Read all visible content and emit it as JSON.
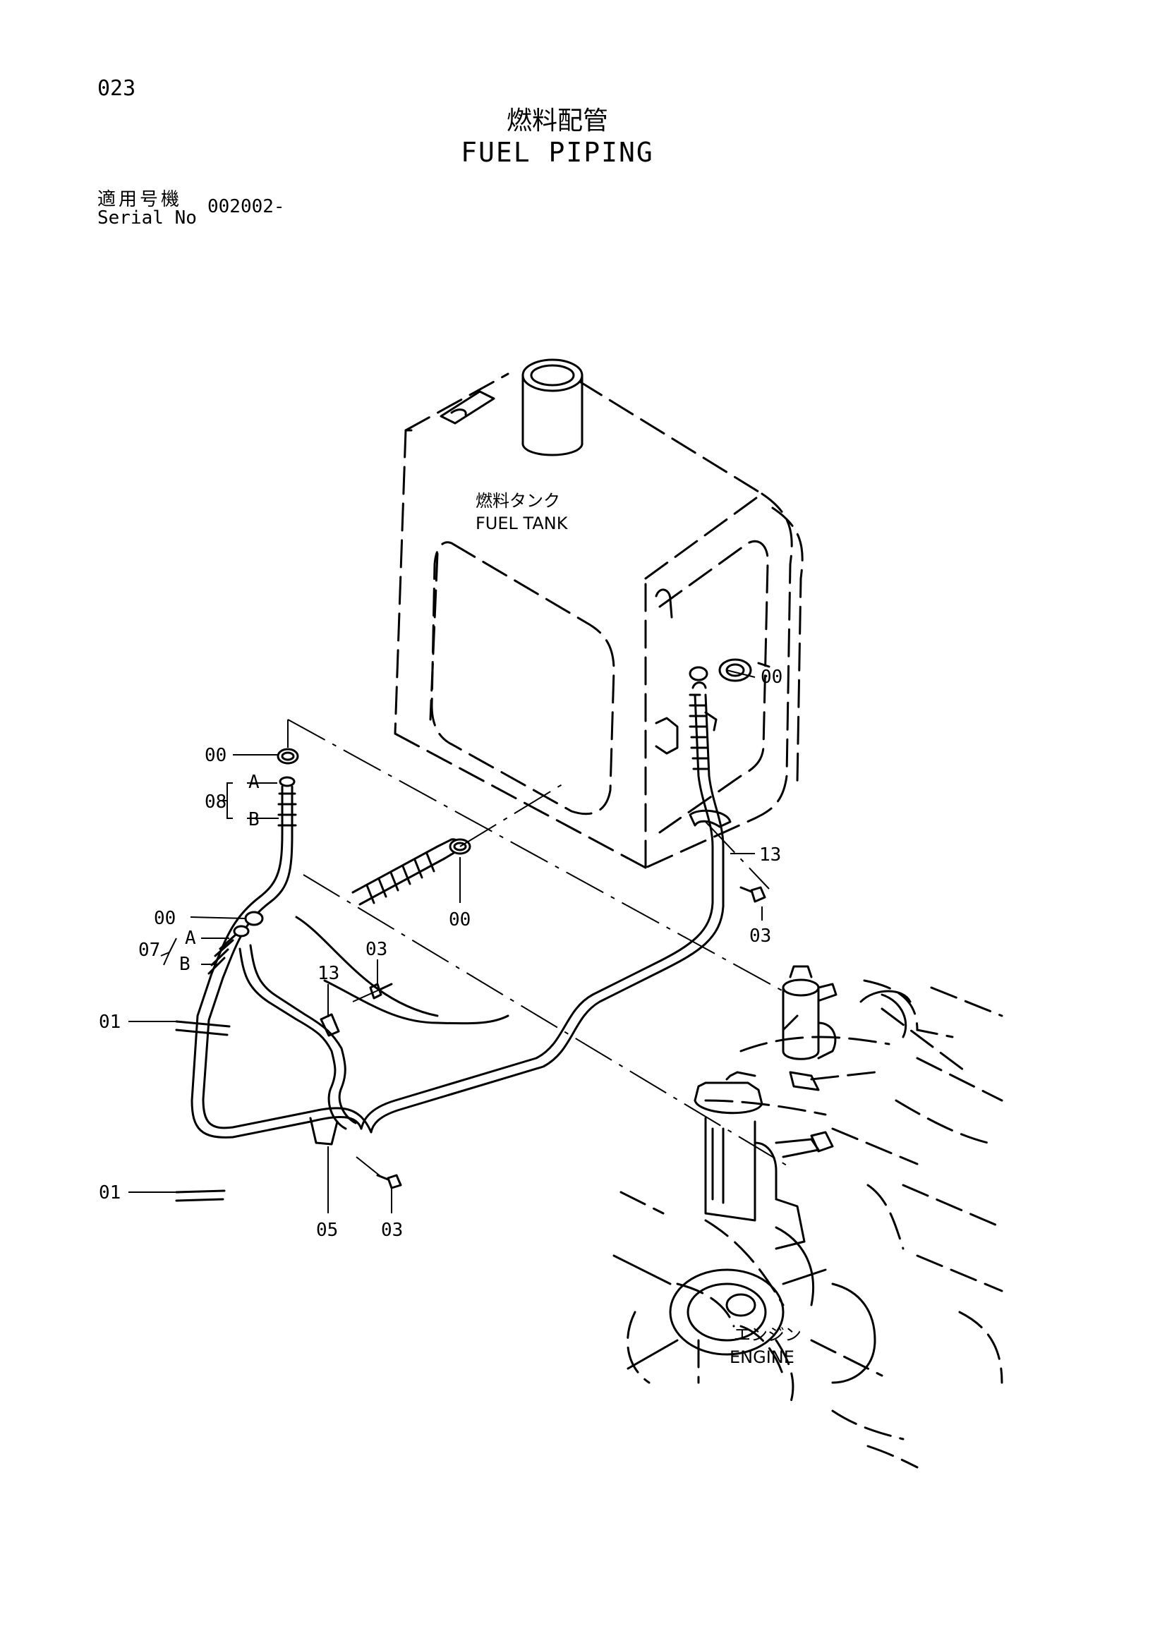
{
  "header": {
    "page_no": "023",
    "title_jp": "燃料配管",
    "title_en": "FUEL PIPING",
    "serial_label_jp": "適用号機",
    "serial_label_en": "Serial No",
    "serial_value": "002002-"
  },
  "captions": {
    "tank_jp": "燃料タンク",
    "tank_en": "FUEL TANK",
    "engine_jp": "エンジン",
    "engine_en": "ENGINE"
  },
  "callouts": {
    "c00_left": "00",
    "c00_mid_left": "00",
    "c00_center": "00",
    "c00_tank": "00",
    "c08": "08",
    "c08_a": "A",
    "c08_b": "B",
    "c07": "07",
    "c07_a": "A",
    "c07_b": "B",
    "c01_upper": "01",
    "c01_lower": "01",
    "c13_center": "13",
    "c13_right": "13",
    "c03_center": "03",
    "c03_right": "03",
    "c03_lower": "03",
    "c05": "05"
  }
}
